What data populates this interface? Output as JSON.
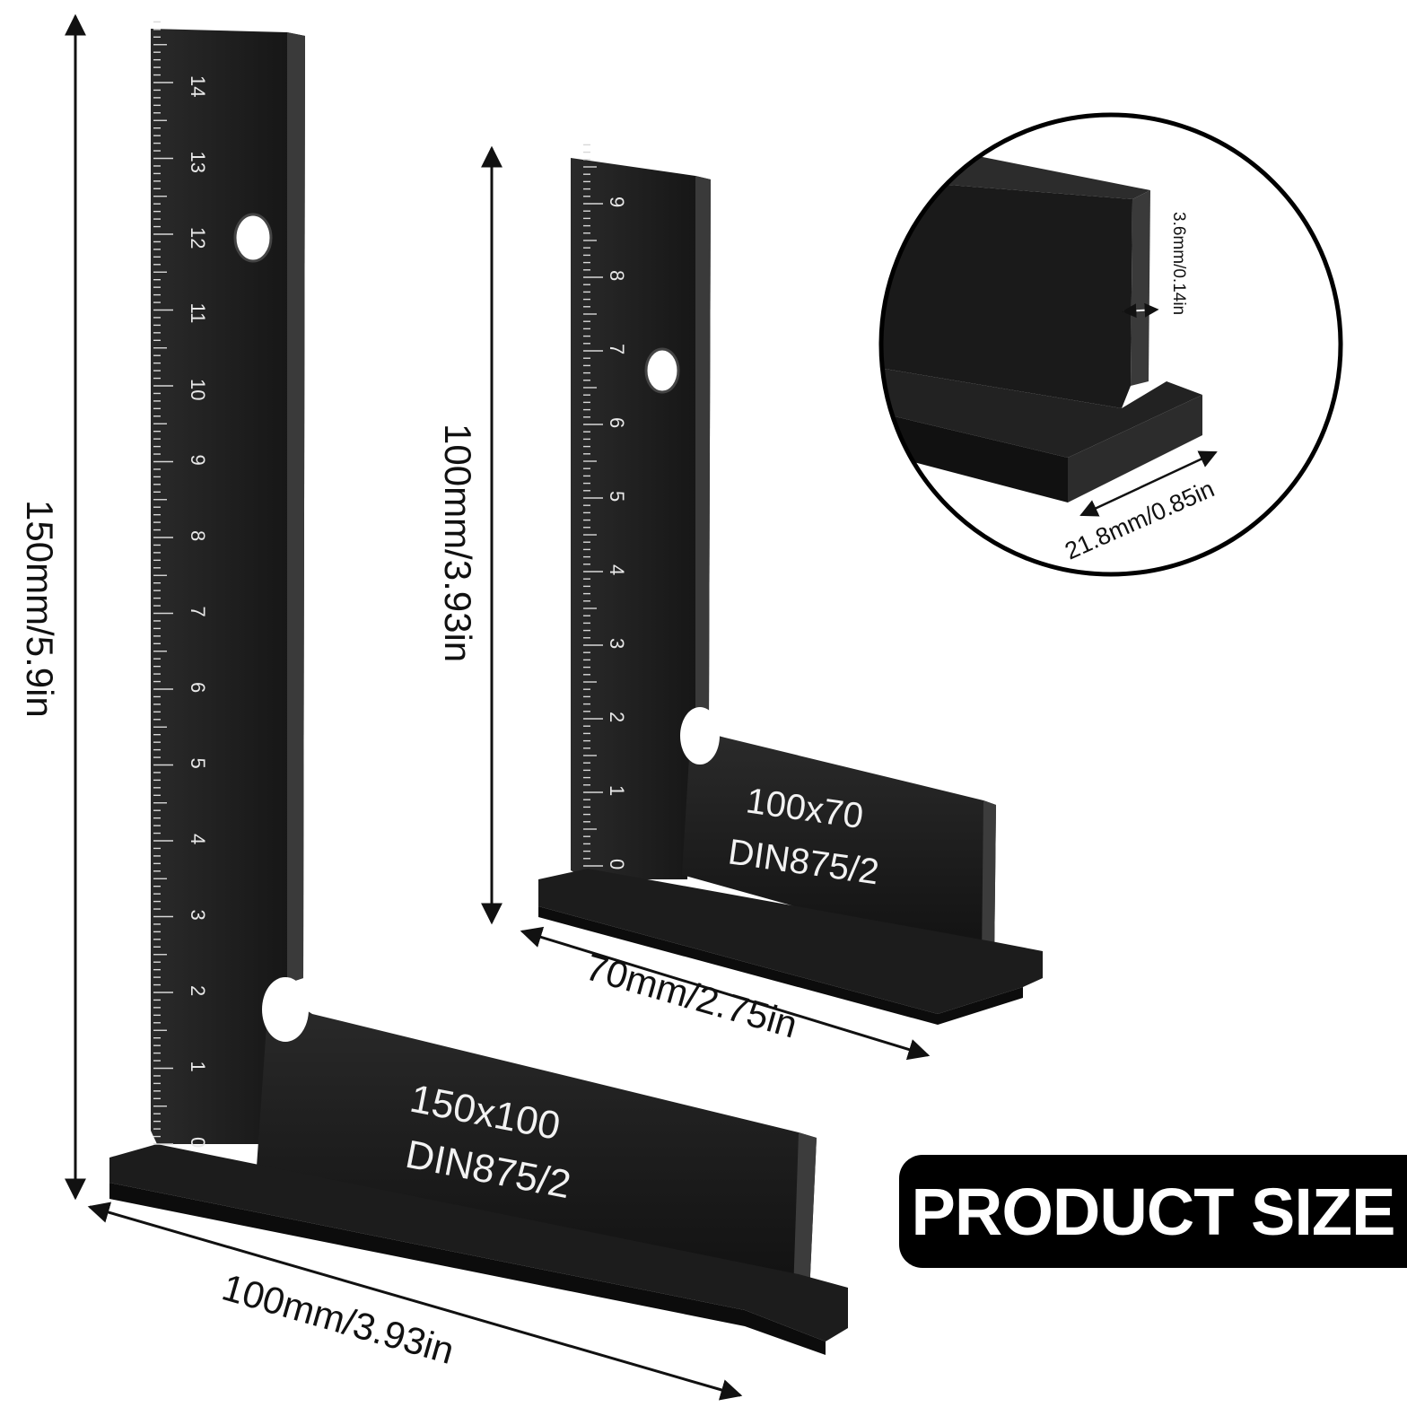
{
  "dimensions": {
    "large_height": "150mm/5.9in",
    "large_width": "100mm/3.93in",
    "small_height": "100mm/3.93in",
    "small_width": "70mm/2.75in",
    "blade_thickness": "3.6mm/0.14in",
    "base_width": "21.8mm/0.85in"
  },
  "large_square": {
    "size_label": "150x100",
    "standard_label": "DIN875/2",
    "scale": [
      "0",
      "1",
      "2",
      "3",
      "4",
      "5",
      "6",
      "7",
      "8",
      "9",
      "10",
      "11",
      "12",
      "13",
      "14"
    ]
  },
  "small_square": {
    "size_label": "100x70",
    "standard_label": "DIN875/2",
    "scale": [
      "0",
      "1",
      "2",
      "3",
      "4",
      "5",
      "6",
      "7",
      "8",
      "9"
    ]
  },
  "badge": {
    "text": "PRODUCT SIZE"
  },
  "colors": {
    "metal": "#1a1a1a",
    "metal_edge": "#3a3a3a",
    "badge_bg": "#000000",
    "text": "#111111"
  }
}
